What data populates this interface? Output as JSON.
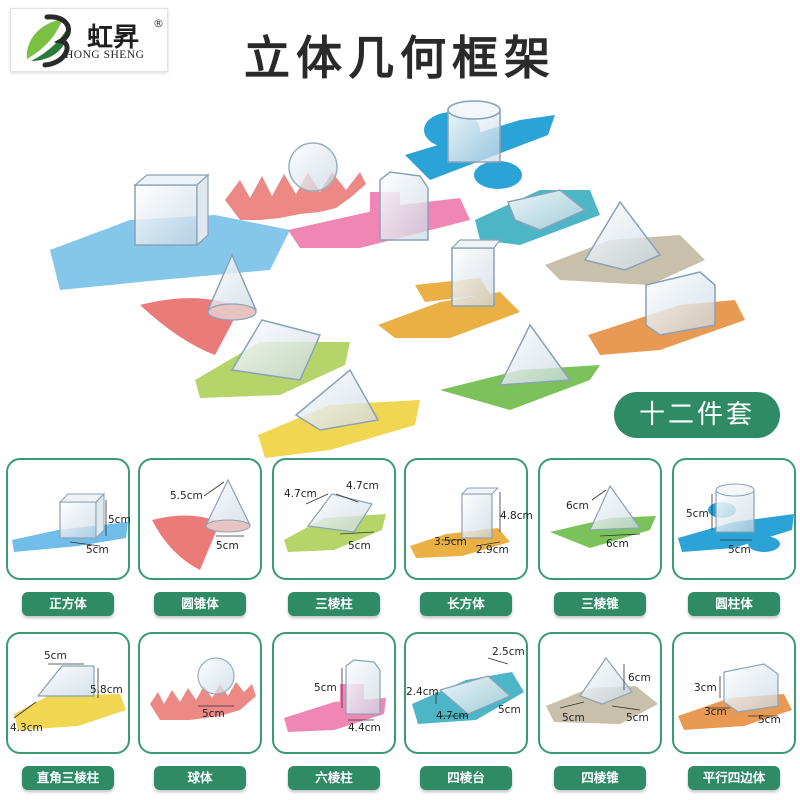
{
  "brand": {
    "name_cn": "虹昇",
    "name_en": "HONG SHENG",
    "reg": "®"
  },
  "title": "立体几何框架",
  "badge": "十二件套",
  "colors": {
    "accent": "#2f8a66",
    "card_border": "#3b9a76"
  },
  "cards": [
    {
      "label": "正方体",
      "dims": [
        "5cm",
        "5cm"
      ]
    },
    {
      "label": "圆锥体",
      "dims": [
        "5.5cm",
        "5cm"
      ]
    },
    {
      "label": "三棱柱",
      "dims": [
        "4.7cm",
        "4.7cm",
        "5cm"
      ]
    },
    {
      "label": "长方体",
      "dims": [
        "4.8cm",
        "3.5cm",
        "2.9cm"
      ]
    },
    {
      "label": "三棱锥",
      "dims": [
        "6cm",
        "6cm"
      ]
    },
    {
      "label": "圆柱体",
      "dims": [
        "5cm",
        "5cm"
      ]
    },
    {
      "label": "直角三棱柱",
      "dims": [
        "5cm",
        "5.8cm",
        "4.3cm"
      ]
    },
    {
      "label": "球体",
      "dims": [
        "5cm"
      ]
    },
    {
      "label": "六棱柱",
      "dims": [
        "5cm",
        "4.4cm"
      ]
    },
    {
      "label": "四棱台",
      "dims": [
        "2.5cm",
        "2.4cm",
        "4.7cm",
        "5cm"
      ]
    },
    {
      "label": "四棱锥",
      "dims": [
        "6cm",
        "5cm",
        "5cm"
      ]
    },
    {
      "label": "平行四边体",
      "dims": [
        "3cm",
        "3cm",
        "5cm"
      ]
    }
  ]
}
